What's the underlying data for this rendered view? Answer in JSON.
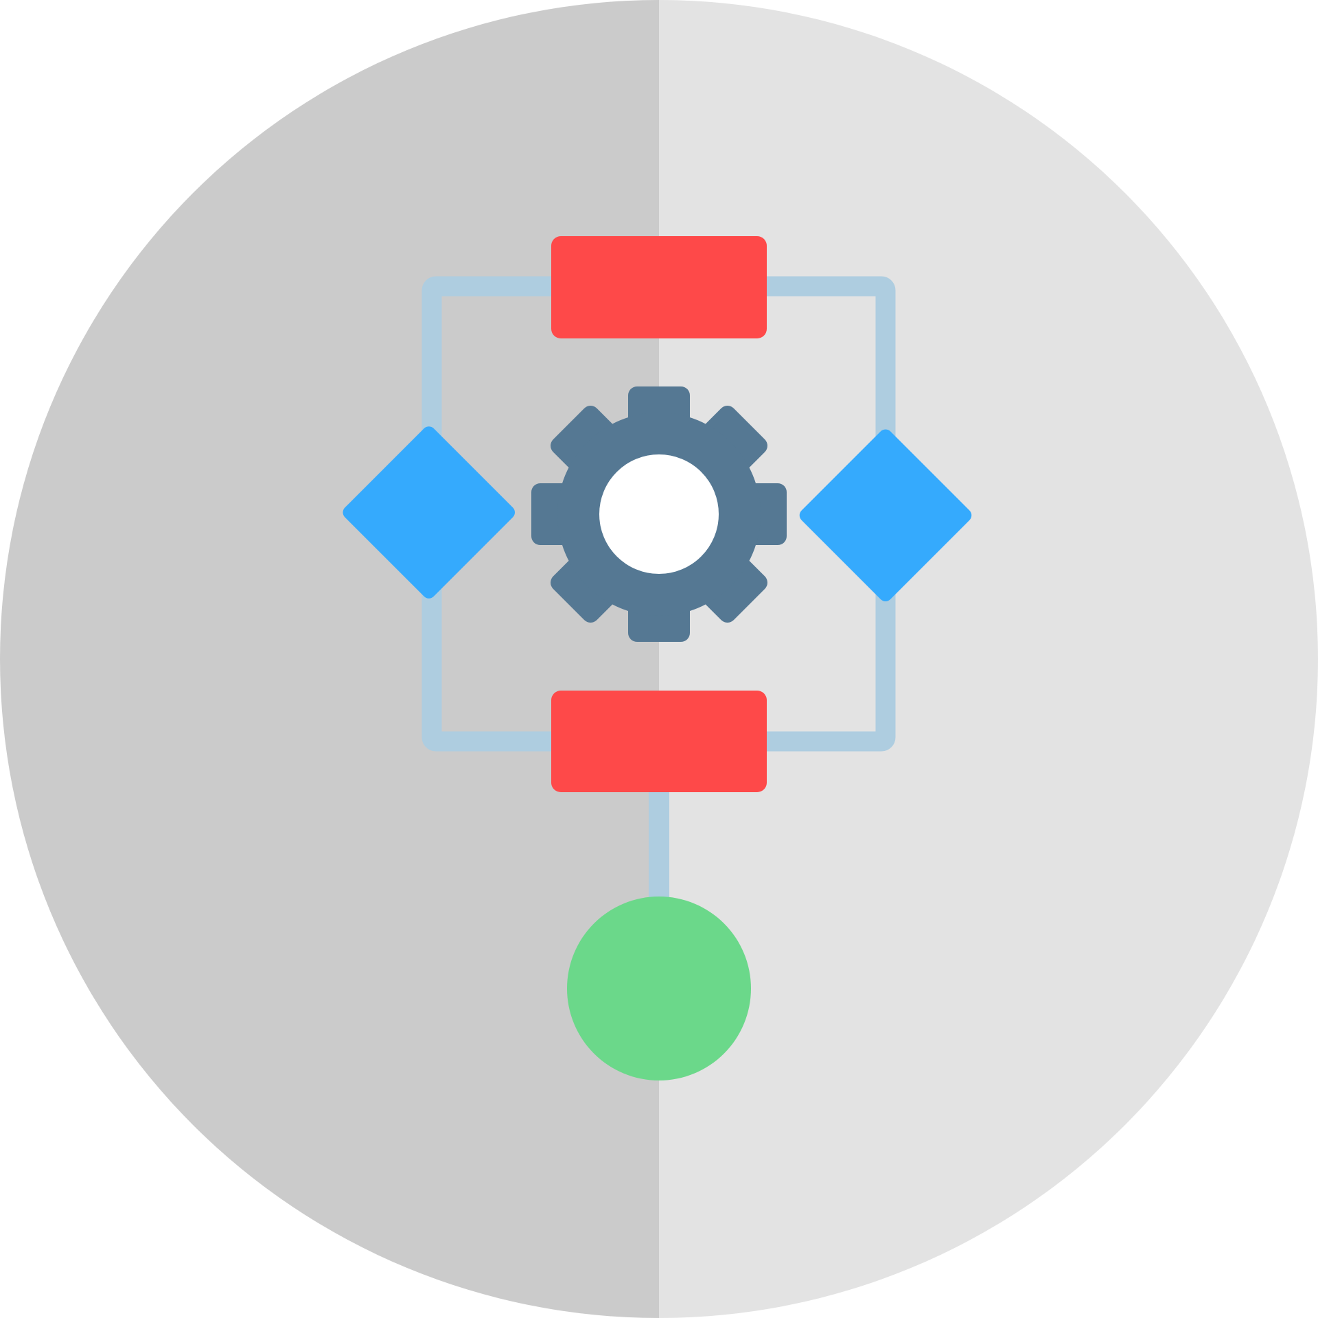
{
  "icon": {
    "name": "workflow-process-icon",
    "elements": [
      "background-circle",
      "connector-frame",
      "process-block-top",
      "process-block-bottom",
      "decision-diamond-left",
      "decision-diamond-right",
      "gear-icon",
      "terminal-circle"
    ]
  },
  "colors": {
    "background_left": "#cbcbcb",
    "background_right": "#e3e3e3",
    "connector": "#aecde0",
    "process_block": "#fe4949",
    "decision": "#35aafd",
    "gear": "#557893",
    "gear_hole": "#ffffff",
    "terminal": "#6bd88a"
  }
}
